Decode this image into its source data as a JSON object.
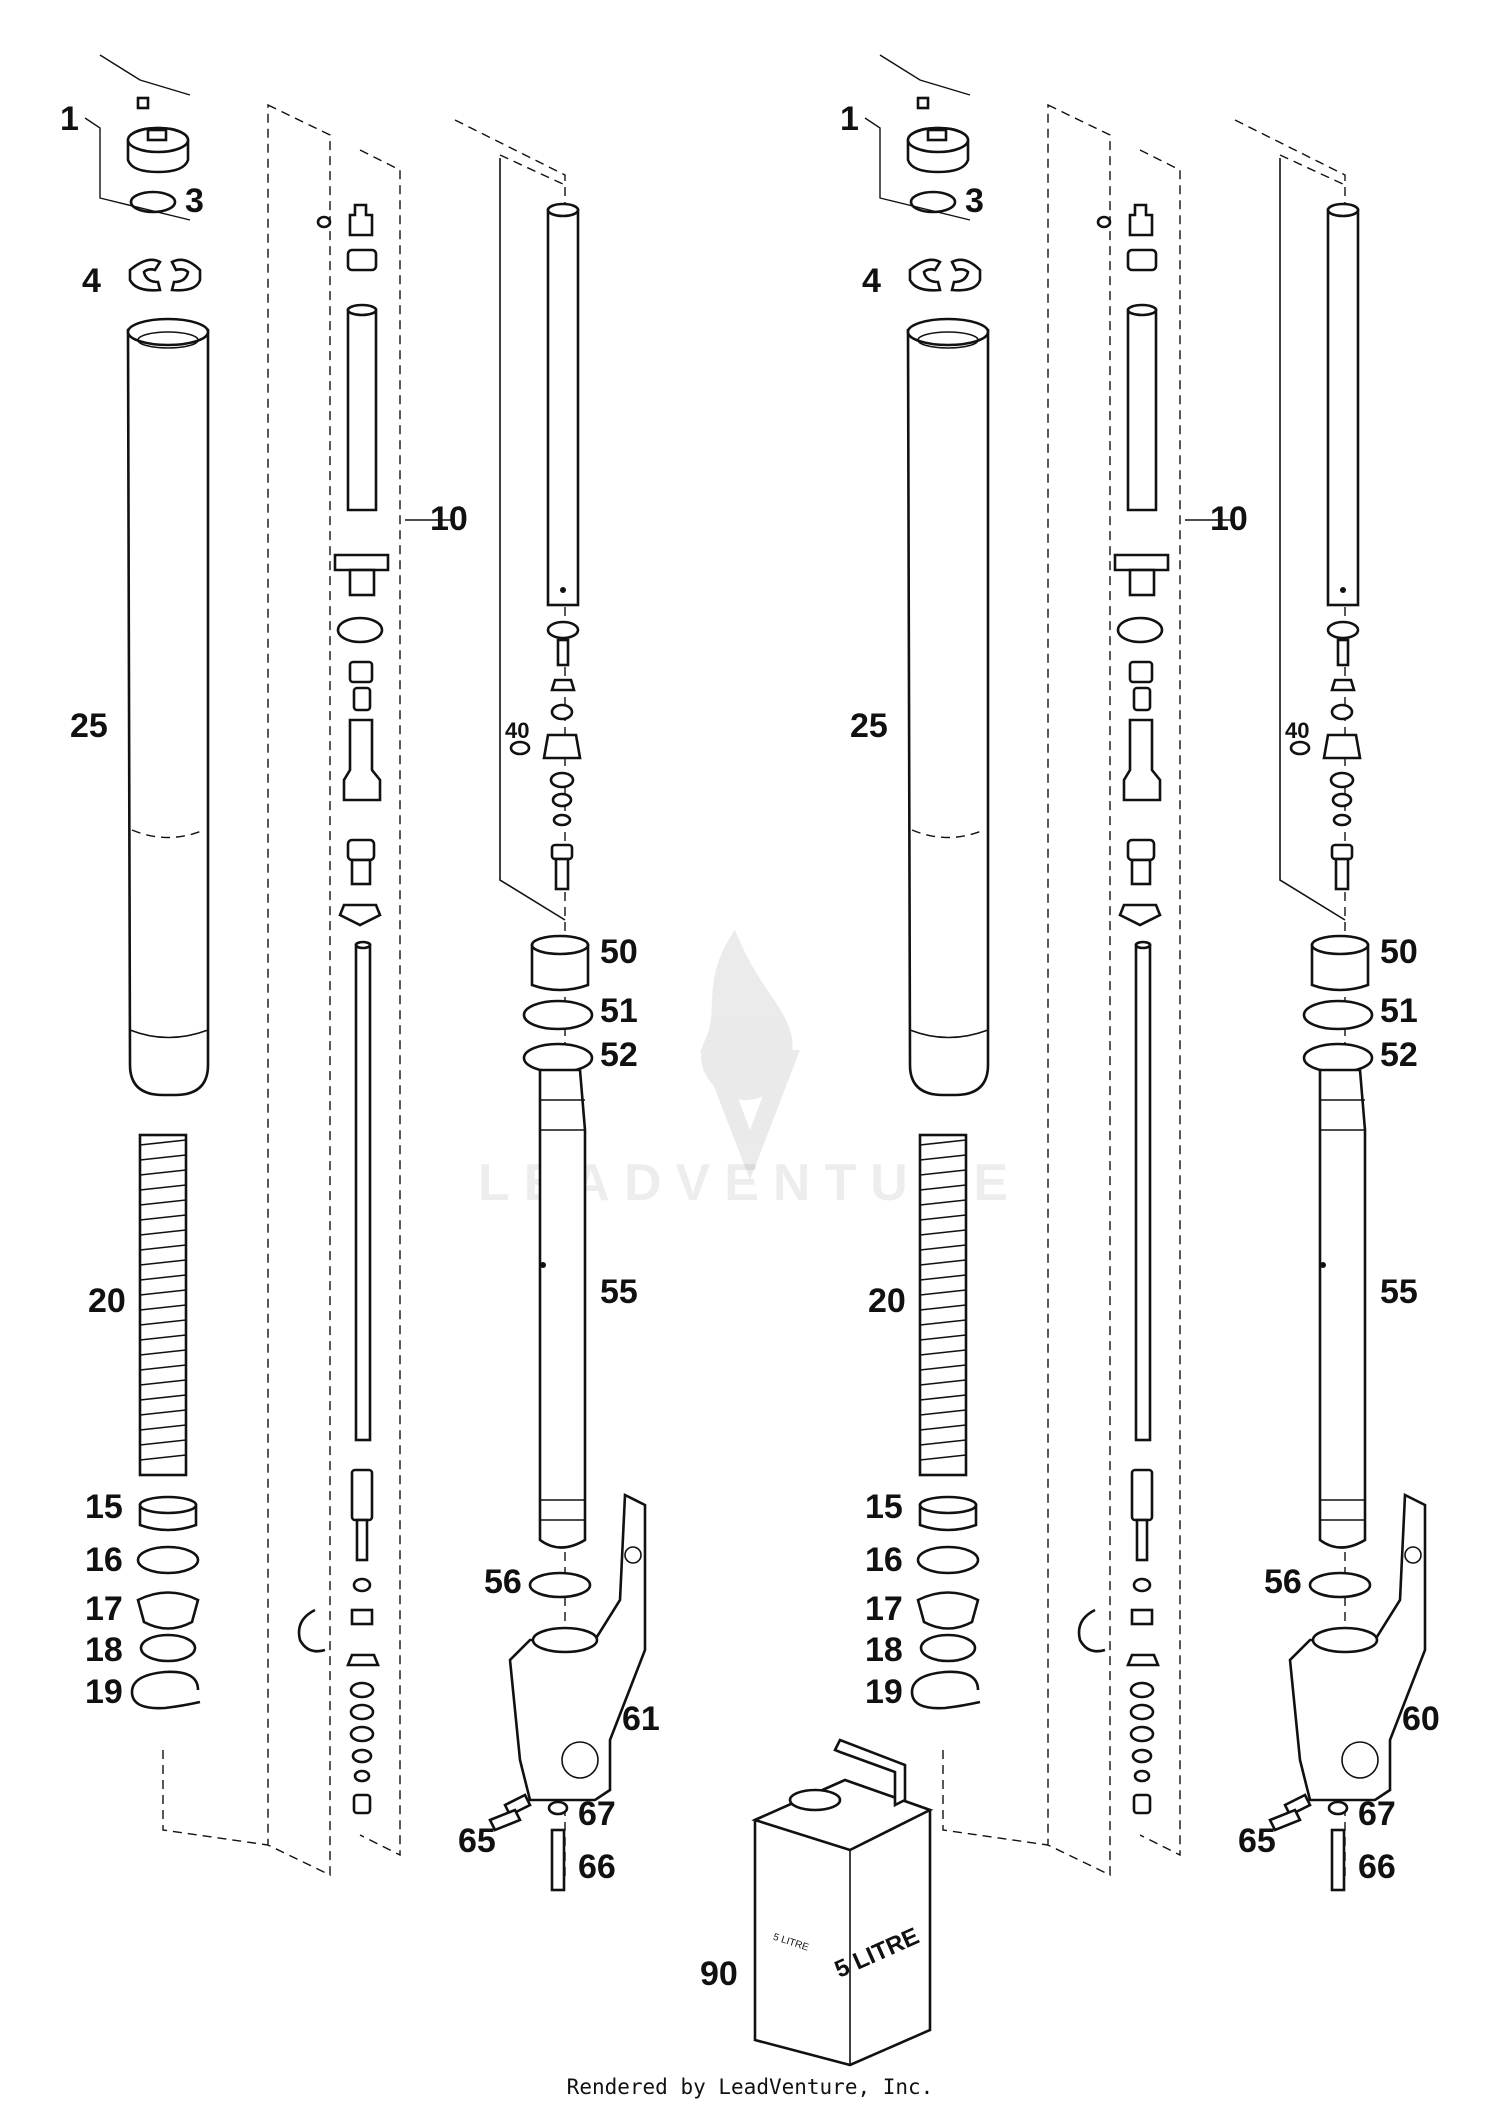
{
  "diagram": {
    "assemblies": [
      {
        "id": "left",
        "labels": {
          "p1": "1",
          "p3": "3",
          "p4": "4",
          "p10": "10",
          "p25": "25",
          "p20": "20",
          "p15": "15",
          "p16": "16",
          "p17": "17",
          "p18": "18",
          "p19": "19",
          "p40": "40",
          "p50": "50",
          "p51": "51",
          "p52": "52",
          "p55": "55",
          "p56": "56",
          "p60": "61",
          "p65": "65",
          "p66": "66",
          "p67": "67"
        }
      },
      {
        "id": "right",
        "labels": {
          "p1": "1",
          "p3": "3",
          "p4": "4",
          "p10": "10",
          "p25": "25",
          "p20": "20",
          "p15": "15",
          "p16": "16",
          "p17": "17",
          "p18": "18",
          "p19": "19",
          "p40": "40",
          "p50": "50",
          "p51": "51",
          "p52": "52",
          "p55": "55",
          "p56": "56",
          "p60": "60",
          "p65": "65",
          "p66": "66",
          "p67": "67"
        }
      }
    ],
    "oil_can": {
      "label": "90",
      "front_text": "5 LITRE",
      "side_text": "5 LITRE"
    },
    "watermark": "LEADVENTURE"
  },
  "footer": {
    "text": "Rendered by LeadVenture, Inc."
  }
}
